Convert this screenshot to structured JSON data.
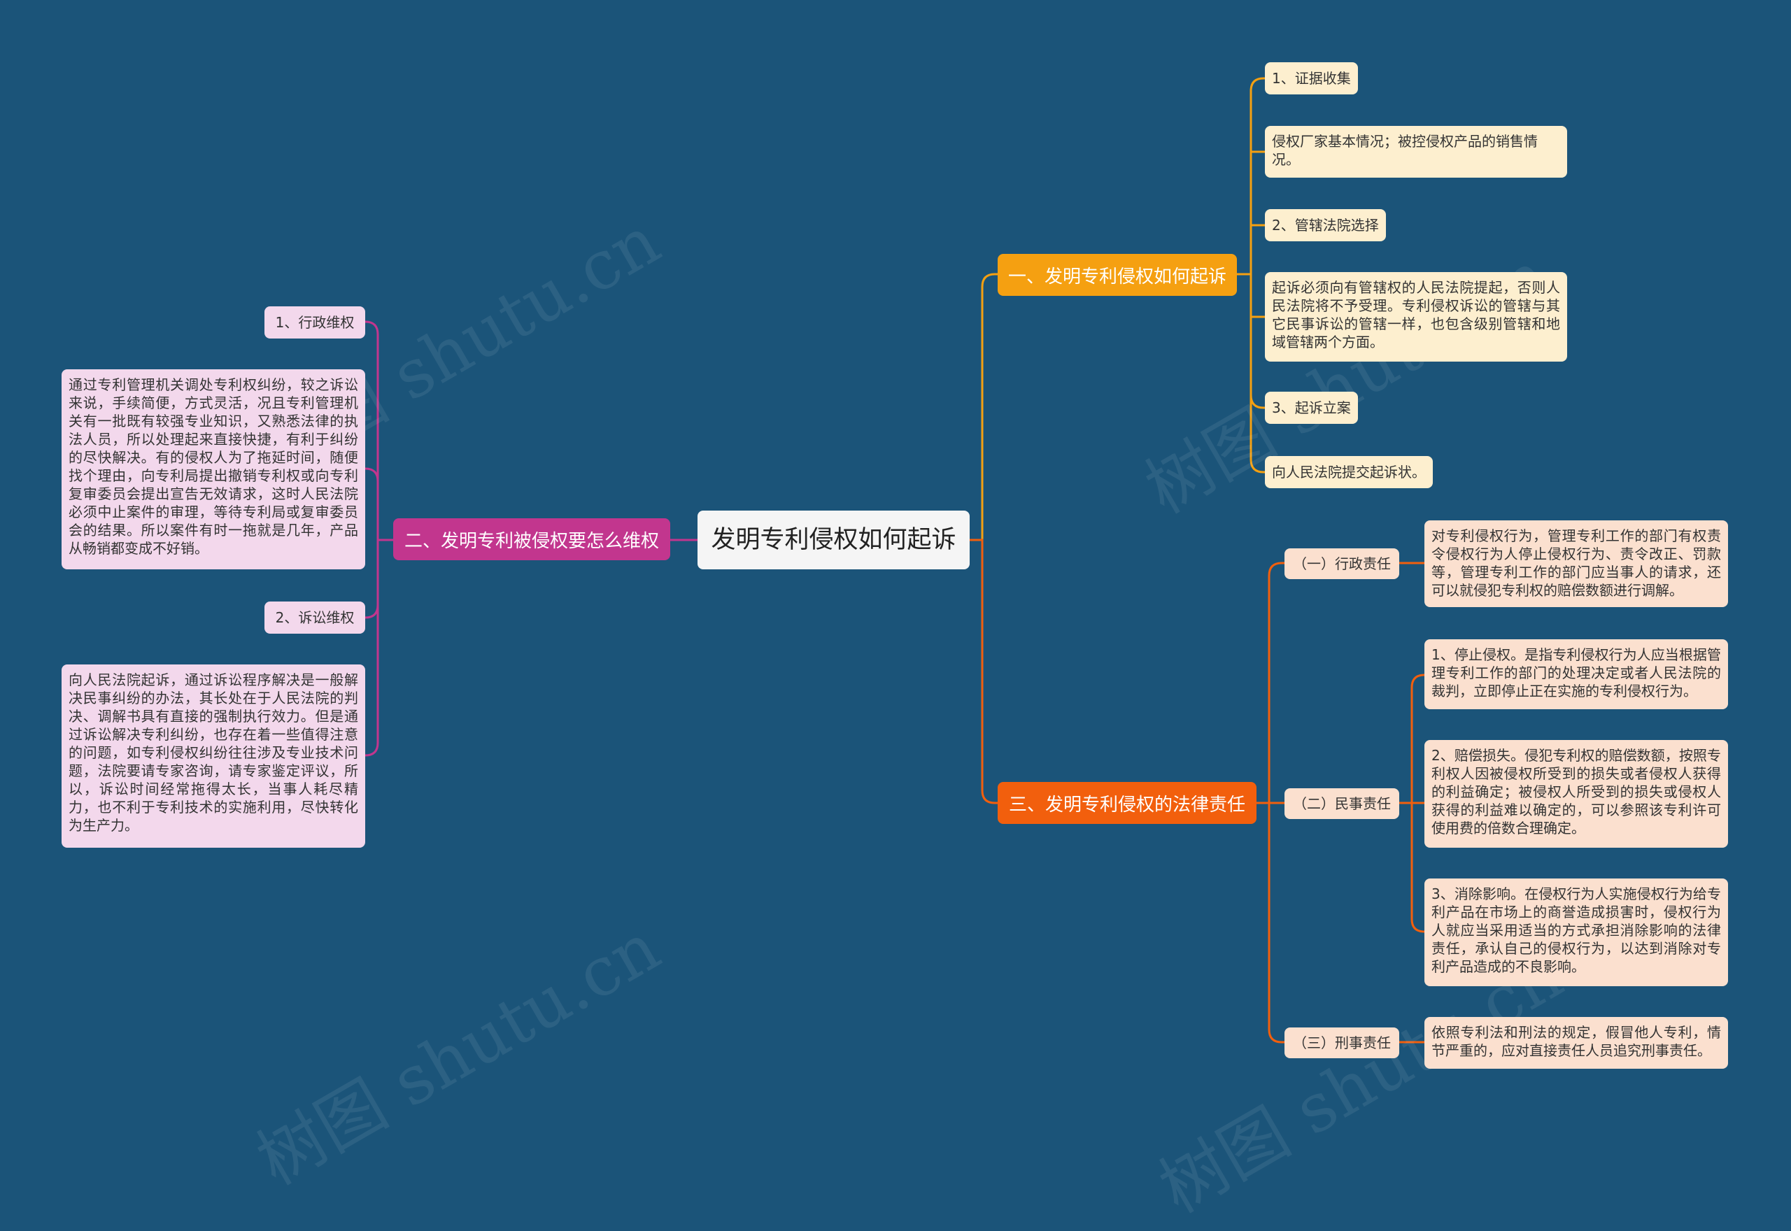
{
  "root": {
    "title": "发明专利侵权如何起诉"
  },
  "branch_1": {
    "title": "一、发明专利侵权如何起诉",
    "items": [
      "1、证据收集",
      "侵权厂家基本情况；被控侵权产品的销售情况。",
      "2、管辖法院选择",
      "起诉必须向有管辖权的人民法院提起，否则人民法院将不予受理。专利侵权诉讼的管辖与其它民事诉讼的管辖一样，也包含级别管辖和地域管辖两个方面。",
      "3、起诉立案",
      "向人民法院提交起诉状。"
    ]
  },
  "branch_2": {
    "title": "二、发明专利被侵权要怎么维权",
    "items": [
      "1、行政维权",
      "通过专利管理机关调处专利权纠纷，较之诉讼来说，手续简便，方式灵活，况且专利管理机关有一批既有较强专业知识，又熟悉法律的执法人员，所以处理起来直接快捷，有利于纠纷的尽快解决。有的侵权人为了拖延时间，随便找个理由，向专利局提出撤销专利权或向专利复审委员会提出宣告无效请求，这时人民法院必须中止案件的审理，等待专利局或复审委员会的结果。所以案件有时一拖就是几年，产品从畅销都变成不好销。",
      "2、诉讼维权",
      "向人民法院起诉，通过诉讼程序解决是一般解决民事纠纷的办法，其长处在于人民法院的判决、调解书具有直接的强制执行效力。但是通过诉讼解决专利纠纷，也存在着一些值得注意的问题，如专利侵权纠纷往往涉及专业技术问题，法院要请专家咨询，请专家鉴定评议，所以，诉讼时间经常拖得太长，当事人耗尽精力，也不利于专利技术的实施利用，尽快转化为生产力。"
    ]
  },
  "branch_3": {
    "title": "三、发明专利侵权的法律责任",
    "groups": [
      {
        "label": "（一）行政责任",
        "items": [
          "对专利侵权行为，管理专利工作的部门有权责令侵权行为人停止侵权行为、责令改正、罚款等，管理专利工作的部门应当事人的请求，还可以就侵犯专利权的赔偿数额进行调解。"
        ]
      },
      {
        "label": "（二）民事责任",
        "items": [
          "1、停止侵权。是指专利侵权行为人应当根据管理专利工作的部门的处理决定或者人民法院的裁判，立即停止正在实施的专利侵权行为。",
          "2、赔偿损失。侵犯专利权的赔偿数额，按照专利权人因被侵权所受到的损失或者侵权人获得的利益确定；被侵权人所受到的损失或侵权人获得的利益难以确定的，可以参照该专利许可使用费的倍数合理确定。",
          "3、消除影响。在侵权行为人实施侵权行为给专利产品在市场上的商誉造成损害时，侵权行为人就应当采用适当的方式承担消除影响的法律责任，承认自己的侵权行为，以达到消除对专利产品造成的不良影响。"
        ]
      },
      {
        "label": "（三）刑事责任",
        "items": [
          "依照专利法和刑法的规定，假冒他人专利，情节严重的，应对直接责任人员追究刑事责任。"
        ]
      }
    ]
  },
  "colors": {
    "background": "#1b5479",
    "orange": "#f5a011",
    "red_orange": "#f25f0d",
    "magenta": "#c2368e"
  },
  "watermark": "树图 shutu.cn"
}
